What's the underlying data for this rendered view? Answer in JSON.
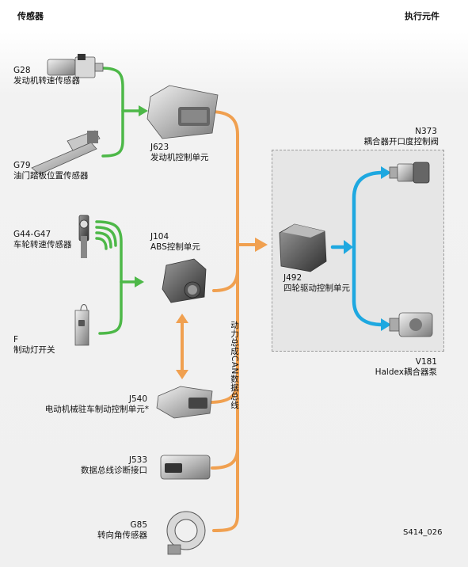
{
  "header": {
    "sensors_title": "传感器",
    "actuators_title": "执行元件"
  },
  "components": {
    "g28": {
      "code": "G28",
      "name": "发动机转速传感器"
    },
    "g79": {
      "code": "G79",
      "name": "油门踏板位置传感器"
    },
    "g44_g47": {
      "code": "G44-G47",
      "name": "车轮转速传感器"
    },
    "f": {
      "code": "F",
      "name": "制动灯开关"
    },
    "j623": {
      "code": "J623",
      "name": "发动机控制单元"
    },
    "j104": {
      "code": "J104",
      "name": "ABS控制单元"
    },
    "j540": {
      "code": "J540",
      "name": "电动机械驻车制动控制单元*"
    },
    "j533": {
      "code": "J533",
      "name": "数据总线诊断接口"
    },
    "g85": {
      "code": "G85",
      "name": "转向角传感器"
    },
    "j492": {
      "code": "J492",
      "name": "四轮驱动控制单元"
    },
    "n373": {
      "code": "N373",
      "name": "耦合器开口度控制阀"
    },
    "v181": {
      "code": "V181",
      "name": "Haldex耦合器泵"
    }
  },
  "bus_label": "动力总成CAN数据总线",
  "figure_id": "S414_026",
  "colors": {
    "sensor_arrow": "#4db848",
    "can_bus": "#f0a050",
    "actuator_arrow": "#1ea8e0",
    "awd_box_border": "#9c9c9c"
  }
}
